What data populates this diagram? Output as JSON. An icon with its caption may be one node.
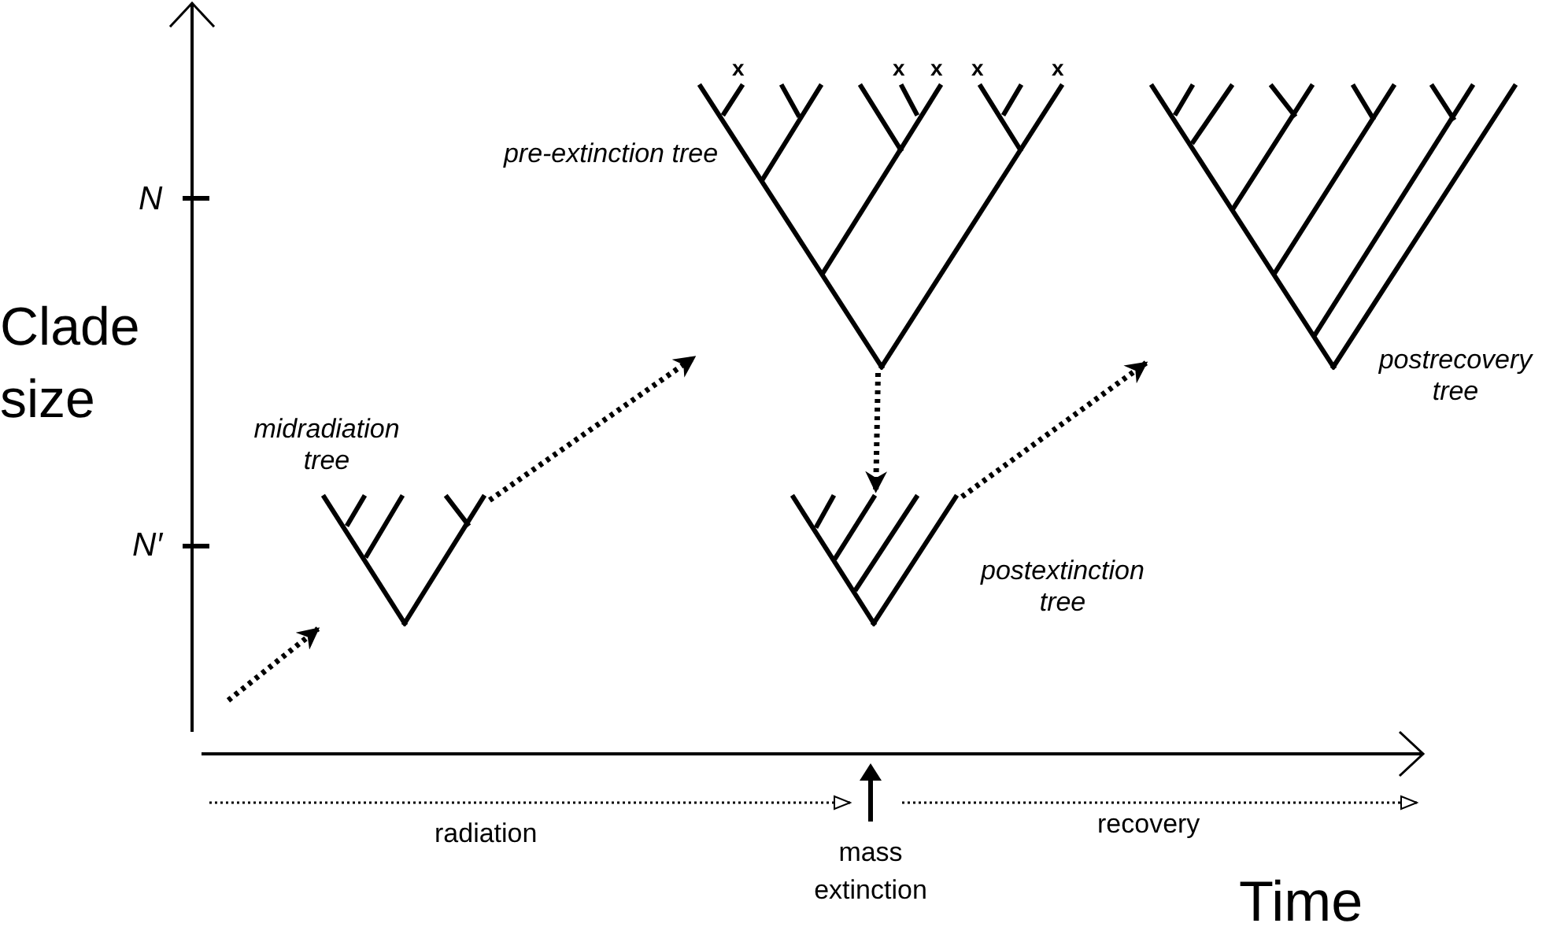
{
  "diagram": {
    "nodes": [
      {
        "text": [],
        "shape": "picture",
        "beside": [
          "midradiation tree"
        ]
      },
      {
        "text": [],
        "shape": "picture",
        "beside": [
          "pre-extinction tree",
          "x",
          "x",
          "x",
          "x",
          "x"
        ]
      },
      {
        "text": [],
        "shape": "picture",
        "beside": [
          "postextinction tree"
        ]
      },
      {
        "text": [],
        "shape": "picture",
        "beside": [
          "postrecovery tree"
        ]
      }
    ],
    "edges": [
      {
        "from": null,
        "to": 0,
        "arrow": "to"
      },
      {
        "from": 0,
        "to": 1,
        "arrow": "to"
      },
      {
        "from": 1,
        "to": 2,
        "arrow": "to"
      },
      {
        "from": 2,
        "to": 3,
        "arrow": "to"
      }
    ],
    "labels": [
      "N",
      "Clade size",
      "N′",
      "radiation",
      "mass extinction",
      "recovery",
      "Time"
    ]
  }
}
